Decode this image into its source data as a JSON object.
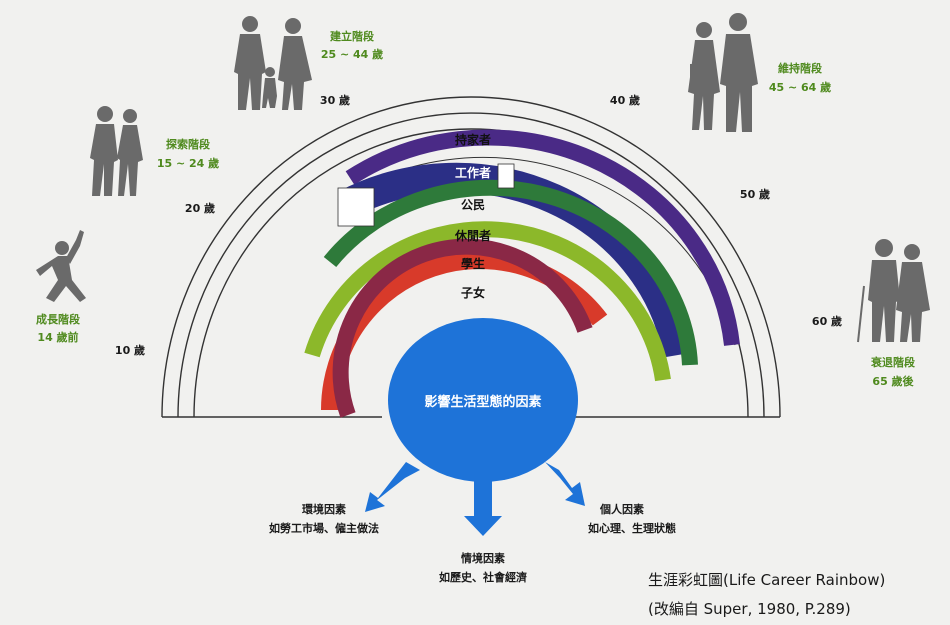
{
  "stages": [
    {
      "id": "growth",
      "name": "成長階段",
      "ages": "14 歲前"
    },
    {
      "id": "exploration",
      "name": "探索階段",
      "ages": "15 ~ 24 歲"
    },
    {
      "id": "establishment",
      "name": "建立階段",
      "ages": "25 ~ 44 歲"
    },
    {
      "id": "maintenance",
      "name": "維持階段",
      "ages": "45 ~ 64 歲"
    },
    {
      "id": "decline",
      "name": "衰退階段",
      "ages": "65 歲後"
    }
  ],
  "age_marks": [
    "10 歲",
    "20 歲",
    "30 歲",
    "40 歲",
    "50 歲",
    "60 歲"
  ],
  "roles": [
    {
      "id": "homemaker",
      "label": "持家者",
      "color": "#4a2a86"
    },
    {
      "id": "worker",
      "label": "工作者",
      "color": "#2b2f86"
    },
    {
      "id": "citizen",
      "label": "公民",
      "color": "#2e7a3a"
    },
    {
      "id": "leisurite",
      "label": "休閒者",
      "color": "#8cb82a"
    },
    {
      "id": "student",
      "label": "學生",
      "color": "#d83a2a"
    },
    {
      "id": "child",
      "label": "子女",
      "color": "#8a2846"
    }
  ],
  "center": {
    "label": "影響生活型態的因素",
    "color": "#1e73d8"
  },
  "factors": [
    {
      "id": "environmental",
      "title": "環境因素",
      "desc": "如勞工市場、僱主做法"
    },
    {
      "id": "situational",
      "title": "情境因素",
      "desc": "如歷史、社會經濟"
    },
    {
      "id": "personal",
      "title": "個人因素",
      "desc": "如心理、生理狀態"
    }
  ],
  "caption": {
    "line1": "生涯彩虹圖(Life Career Rainbow)",
    "line2": "(改編自 Super, 1980, P.289)"
  },
  "colors": {
    "stage_text": "#4f8a1e",
    "silhouette": "#6a6a6a",
    "arrow": "#1e73d8"
  }
}
